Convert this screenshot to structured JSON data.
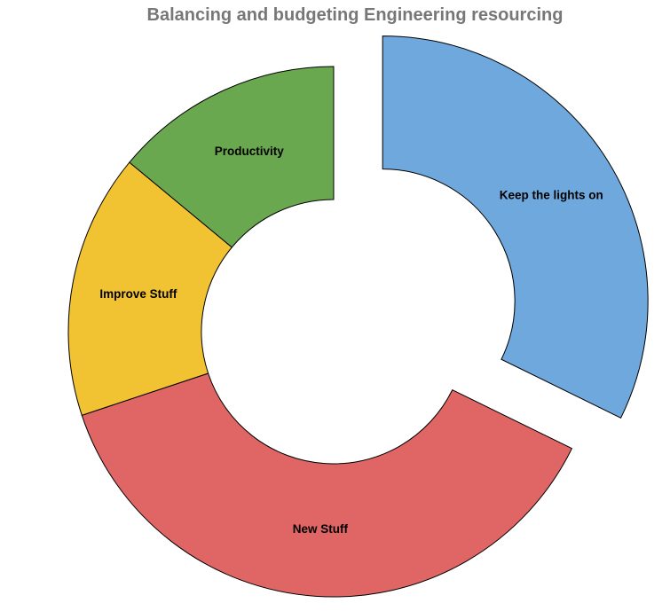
{
  "chart_data": {
    "type": "pie",
    "variant": "donut",
    "title": "Balancing and budgeting Engineering resourcing",
    "categories": [
      "Keep the lights on",
      "New Stuff",
      "Improve Stuff",
      "Productivity"
    ],
    "values": [
      30,
      35,
      15,
      13
    ],
    "colors": [
      "#6FA8DC",
      "#E06666",
      "#F1C232",
      "#6AA84F"
    ],
    "exploded": [
      "Keep the lights on"
    ],
    "legend": "none",
    "labels_on_slices": true
  }
}
